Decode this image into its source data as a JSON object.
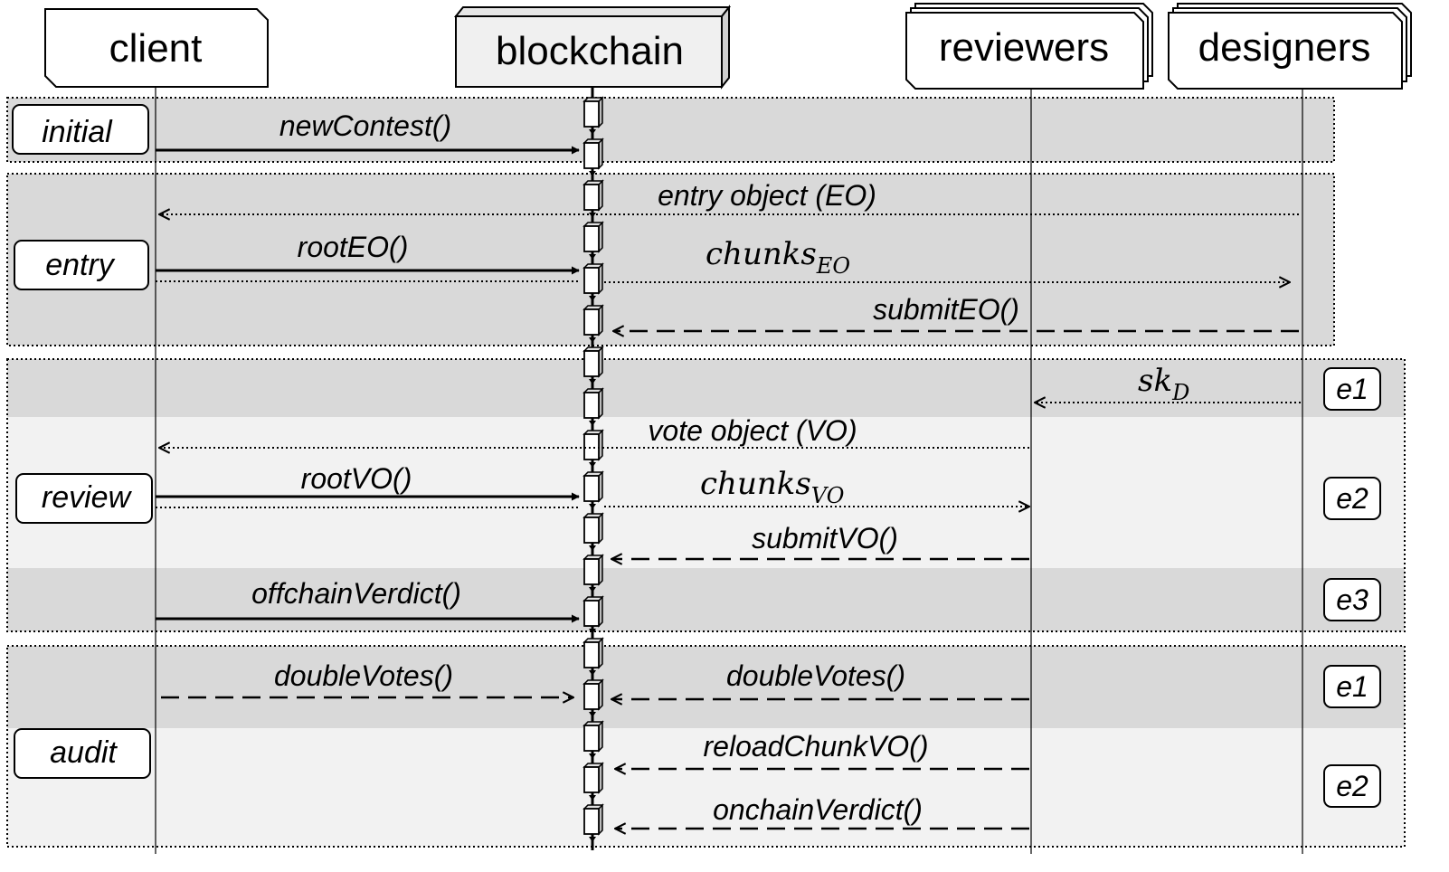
{
  "actors": {
    "client": "client",
    "blockchain": "blockchain",
    "reviewers": "reviewers",
    "designers": "designers"
  },
  "phases": {
    "initial": "initial",
    "entry": "entry",
    "review": "review",
    "audit": "audit"
  },
  "messages": {
    "new_contest": "newContest()",
    "entry_object": "entry object (EO)",
    "root_eo": "rootEO()",
    "chunks_eo_base": "chunks",
    "chunks_eo_sub": "EO",
    "submit_eo": "submitEO()",
    "sk_d_base": "sk",
    "sk_d_sub": "D",
    "vote_object": "vote object (VO)",
    "root_vo": "rootVO()",
    "chunks_vo_base": "chunks",
    "chunks_vo_sub": "VO",
    "submit_vo": "submitVO()",
    "offchain_verdict": "offchainVerdict()",
    "double_votes_client": "doubleVotes()",
    "double_votes_reviewers": "doubleVotes()",
    "reload_chunk_vo": "reloadChunkVO()",
    "onchain_verdict": "onchainVerdict()"
  },
  "tags": {
    "review_e1": "e1",
    "review_e2": "e2",
    "review_e3": "e3",
    "audit_e1": "e1",
    "audit_e2": "e2"
  },
  "colors": {
    "band_dark": "#d9d9d9",
    "band_light": "#f2f2f2",
    "actor_blockchain_fill": "#f0f0f0",
    "line": "#000000"
  }
}
